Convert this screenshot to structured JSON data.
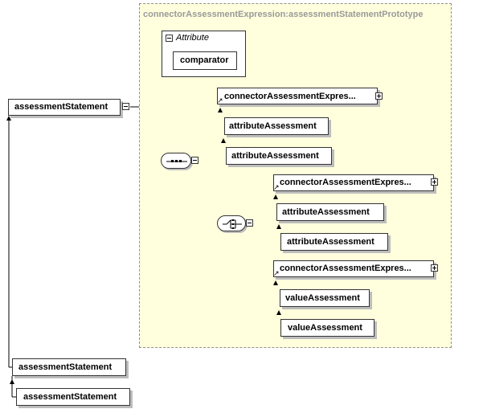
{
  "group": {
    "title": "connectorAssessmentExpression:assessmentStatementPrototype"
  },
  "attribute_group": {
    "title": "Attribute",
    "attributes": [
      "comparator"
    ]
  },
  "root": {
    "label": "assessmentStatement"
  },
  "sequence_children": [
    {
      "label": "connectorAssessmentExpres...",
      "expandable": true
    },
    {
      "label": "attributeAssessment",
      "expandable": false
    },
    {
      "label": "attributeAssessment",
      "expandable": false
    }
  ],
  "choice_children": [
    {
      "label": "connectorAssessmentExpres...",
      "expandable": true
    },
    {
      "label": "attributeAssessment",
      "expandable": false
    },
    {
      "label": "attributeAssessment",
      "expandable": false
    },
    {
      "label": "connectorAssessmentExpres...",
      "expandable": true
    },
    {
      "label": "valueAssessment",
      "expandable": false
    },
    {
      "label": "valueAssessment",
      "expandable": false
    }
  ],
  "bottom_nodes": [
    {
      "label": "assessmentStatement"
    },
    {
      "label": "assessmentStatement"
    }
  ]
}
